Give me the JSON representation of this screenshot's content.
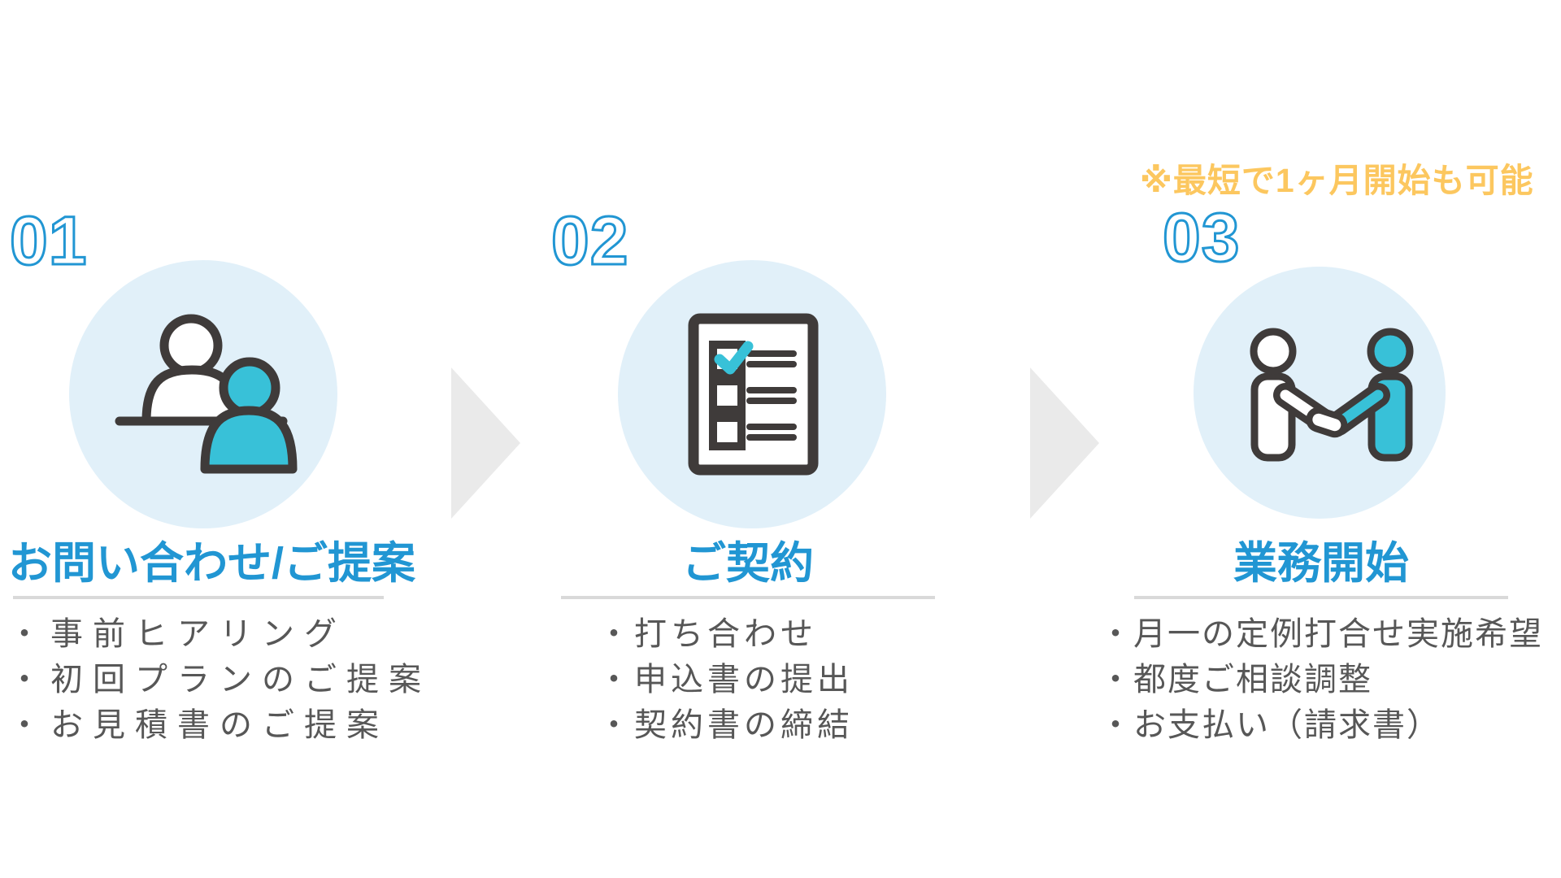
{
  "note": {
    "text": "※最短で1ヶ月開始も可能"
  },
  "steps": [
    {
      "number": "01",
      "title": "お問い合わせ/ご提案",
      "icon": "consultation-icon",
      "bullets": [
        "・事前ヒアリング",
        "・初回プランのご提案",
        "・お見積書のご提案"
      ]
    },
    {
      "number": "02",
      "title": "ご契約",
      "icon": "contract-checklist-icon",
      "bullets": [
        "・打ち合わせ",
        "・申込書の提出",
        "・契約書の締結"
      ]
    },
    {
      "number": "03",
      "title": "業務開始",
      "icon": "handshake-icon",
      "bullets": [
        "・月一の定例打合せ実施希望",
        "・都度ご相談調整",
        "・お支払い（請求書）"
      ]
    }
  ],
  "colors": {
    "accent_blue": "#2196D3",
    "teal": "#38C1D8",
    "circle_bg": "#E1F0F9",
    "outline_dark": "#3F3B3A",
    "arrow_gray": "#EAEAEA",
    "underline_gray": "#D9D9D9",
    "bullet_text": "#575757",
    "note_yellow": "#FCC75F"
  }
}
